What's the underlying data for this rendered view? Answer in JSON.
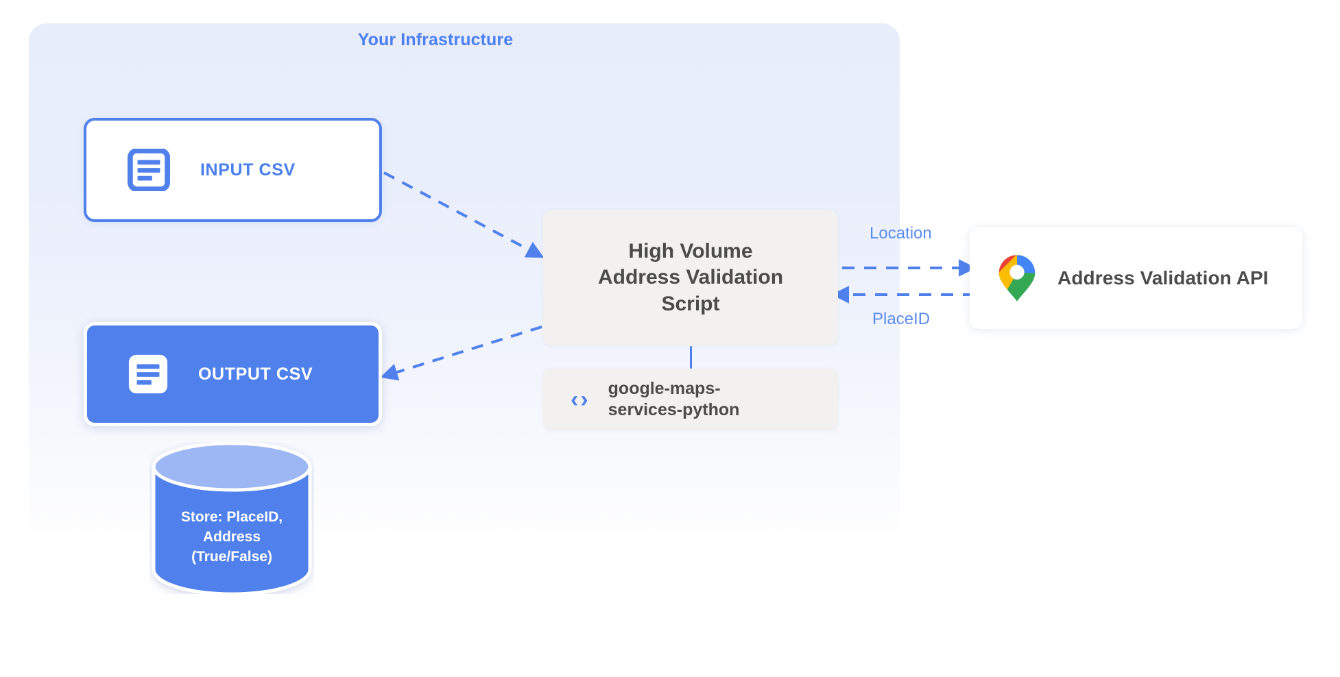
{
  "panel": {
    "title": "Your Infrastructure",
    "accent_color": "#4c7ff0"
  },
  "nodes": {
    "input_csv": {
      "label": "INPUT CSV",
      "icon": "document-icon",
      "border_color": "#4f80ec",
      "fill_color": "#ffffff",
      "text_color": "#4a7fee"
    },
    "output_csv": {
      "label": "OUTPUT CSV",
      "icon": "document-icon",
      "border_color": "#ffffff",
      "fill_color": "#4f80ec",
      "text_color": "#ffffff"
    },
    "script": {
      "label": "High Volume\nAddress Validation\nScript",
      "fill_color": "#f2f1ef",
      "text_color": "#4b4b4b"
    },
    "library": {
      "label": "google-maps-\nservices-python",
      "icon": "code-brackets-icon",
      "icon_glyph": "‹›",
      "fill_color": "#f2f1ef",
      "text_color": "#4b4b4b"
    },
    "api": {
      "label": "Address Validation API",
      "icon": "google-maps-pin-icon",
      "fill_color": "#ffffff",
      "text_color": "#4b4b4b"
    },
    "database": {
      "label": "Store: PlaceID,\nAddress\n(True/False)",
      "icon": "database-cylinder-icon",
      "fill_color": "#4f80ec",
      "top_color": "#9cb7f3",
      "text_color": "#ffffff"
    }
  },
  "edges": [
    {
      "id": "input-to-script",
      "label": "",
      "from": "input_csv",
      "to": "script",
      "style": "dashed",
      "color": "#4f80ec"
    },
    {
      "id": "script-to-output",
      "label": "",
      "from": "script",
      "to": "output_csv",
      "style": "dashed",
      "color": "#4f80ec"
    },
    {
      "id": "script-to-api",
      "label": "Location",
      "from": "script",
      "to": "api",
      "style": "dashed",
      "color": "#4f80ec"
    },
    {
      "id": "api-to-script",
      "label": "PlaceID",
      "from": "api",
      "to": "script",
      "style": "dashed",
      "color": "#4f80ec"
    },
    {
      "id": "script-to-library",
      "label": "",
      "from": "script",
      "to": "library",
      "style": "solid",
      "color": "#4f80ec"
    }
  ],
  "edge_labels": {
    "location": "Location",
    "placeid": "PlaceID"
  },
  "colors": {
    "accent_blue": "#4f80ec",
    "panel_blue": "#e7edfb",
    "box_gray": "#f2f1ef",
    "text_dark": "#4b4b4b",
    "maps_red": "#ea4335",
    "maps_yellow": "#fbbc04",
    "maps_green": "#34a853",
    "maps_blue": "#4285f4"
  }
}
